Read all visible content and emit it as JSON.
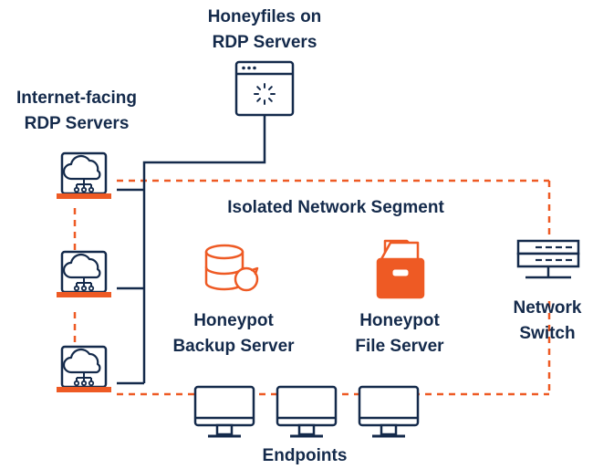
{
  "labels": {
    "honeyfiles_line1": "Honeyfiles on",
    "honeyfiles_line2": "RDP Servers",
    "internet_line1": "Internet-facing",
    "internet_line2": "RDP Servers",
    "segment": "Isolated Network Segment",
    "backup_line1": "Honeypot",
    "backup_line2": "Backup Server",
    "file_line1": "Honeypot",
    "file_line2": "File Server",
    "switch_line1": "Network",
    "switch_line2": "Switch",
    "endpoints": "Endpoints"
  },
  "colors": {
    "navy": "#142a4b",
    "orange": "#ee5a24"
  },
  "icons": [
    "browser-loading-icon",
    "cloud-laptop-icon",
    "database-backup-icon",
    "file-box-icon",
    "network-switch-icon",
    "monitor-icon"
  ]
}
